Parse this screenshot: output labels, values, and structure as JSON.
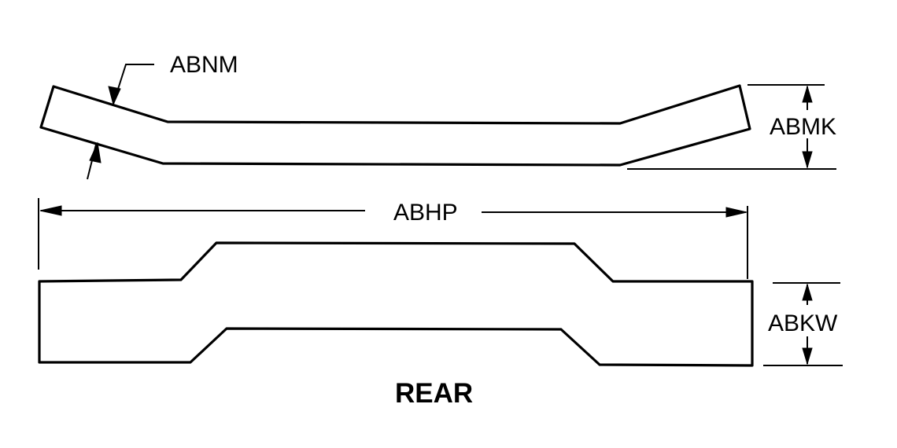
{
  "labels": {
    "thickness": "ABNM",
    "height": "ABMK",
    "length": "ABHP",
    "width": "ABKW"
  },
  "caption": "REAR",
  "colors": {
    "line": "#000000",
    "background": "#ffffff"
  }
}
